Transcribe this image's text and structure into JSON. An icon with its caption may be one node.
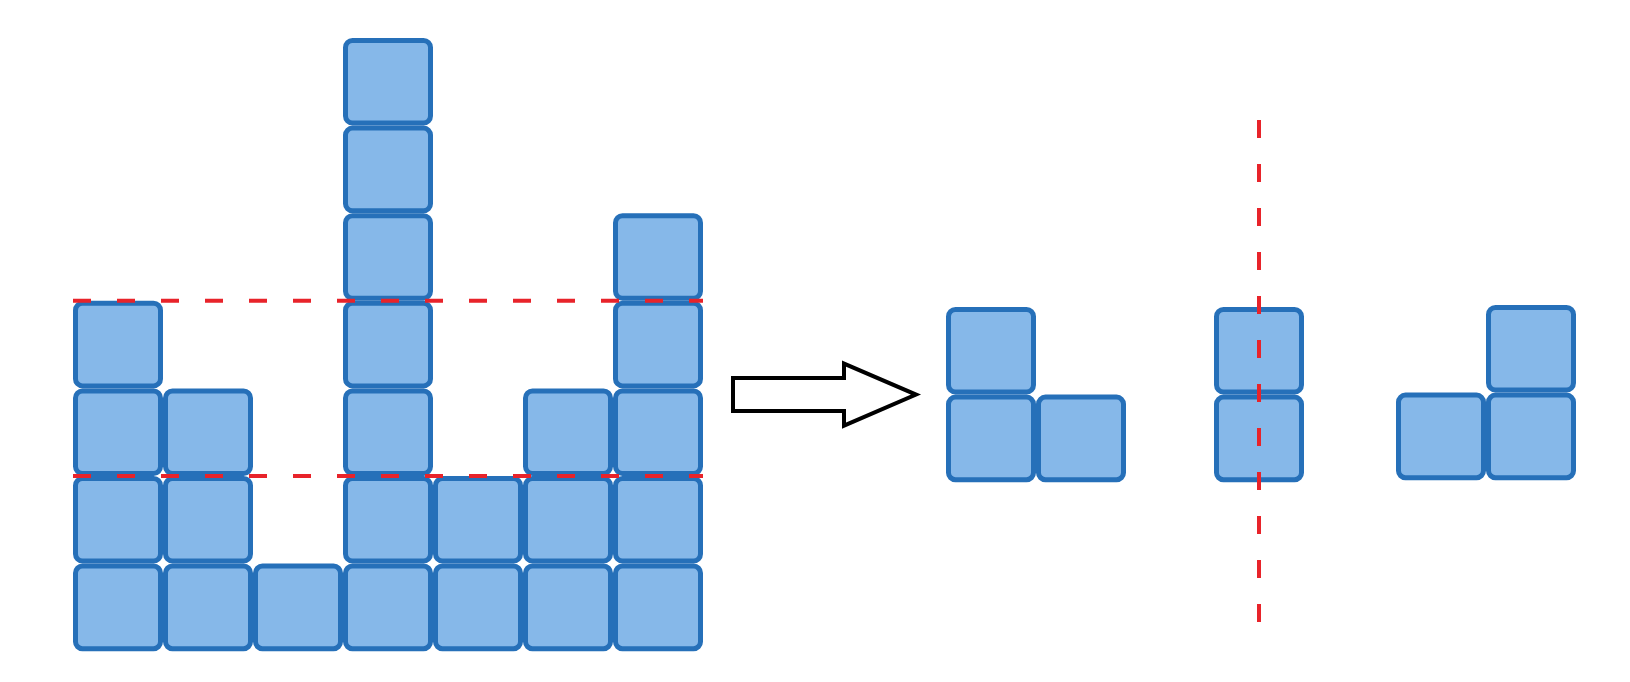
{
  "diagram": {
    "nodes": [
      {
        "text": [],
        "shape": "picture"
      },
      {
        "text": [],
        "shape": "picture"
      },
      {
        "text": [],
        "shape": "picture"
      },
      {
        "text": [],
        "shape": "picture"
      }
    ],
    "edges": [
      {
        "from": 0,
        "to": 1,
        "arrow": "to"
      }
    ]
  }
}
